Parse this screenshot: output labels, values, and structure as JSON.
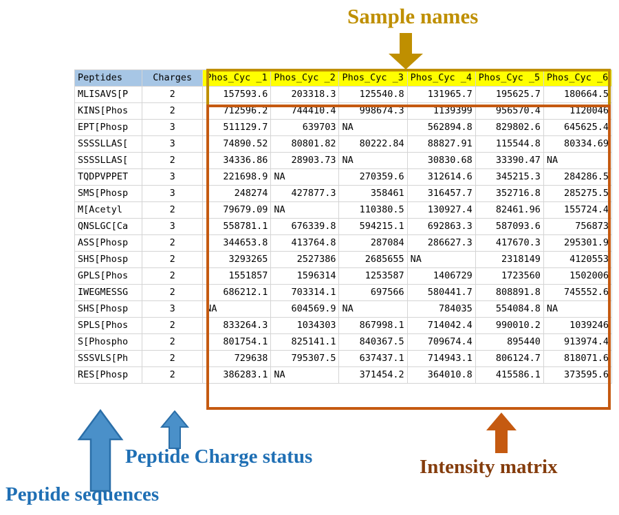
{
  "annotations": {
    "sample_names": {
      "label": "Sample names",
      "color": "#bf8f00",
      "arrow": "down-arrow-icon"
    },
    "intensity_matrix": {
      "label": "Intensity matrix",
      "color": "#843c0c",
      "arrow": "up-arrow-icon"
    },
    "peptide_charge": {
      "label": "Peptide Charge status",
      "color": "#1f6fb4",
      "arrow": "up-arrow-icon"
    },
    "peptide_sequences": {
      "label": "Peptide sequences",
      "color": "#1f6fb4",
      "arrow": "up-arrow-icon"
    }
  },
  "table": {
    "headers": {
      "peptides": "Peptides",
      "charges": "Charges",
      "samples": [
        "Phos_Cyc\n_1",
        "Phos_Cyc\n_2",
        "Phos_Cyc\n_3",
        "Phos_Cyc\n_4",
        "Phos_Cyc\n_5",
        "Phos_Cyc\n_6"
      ]
    },
    "header_fill_left": "#a7c6e5",
    "header_fill_samples": "#ffff00",
    "rows": [
      {
        "peptide": "MLISAVS[P",
        "charge": "2",
        "values": [
          "157593.6",
          "203318.3",
          "125540.8",
          "131965.7",
          "195625.7",
          "180664.5"
        ]
      },
      {
        "peptide": "KINS[Phos",
        "charge": "2",
        "values": [
          "712596.2",
          "744410.4",
          "998674.3",
          "1139399",
          "956570.4",
          "1120046"
        ]
      },
      {
        "peptide": "EPT[Phosp",
        "charge": "3",
        "values": [
          "511129.7",
          "639703",
          "NA",
          "562894.8",
          "829802.6",
          "645625.4"
        ]
      },
      {
        "peptide": "SSSSLLAS[",
        "charge": "3",
        "values": [
          "74890.52",
          "80801.82",
          "80222.84",
          "88827.91",
          "115544.8",
          "80334.69"
        ]
      },
      {
        "peptide": "SSSSLLAS[",
        "charge": "2",
        "values": [
          "34336.86",
          "28903.73",
          "NA",
          "30830.68",
          "33390.47",
          "NA"
        ]
      },
      {
        "peptide": "TQDPVPPET",
        "charge": "3",
        "values": [
          "221698.9",
          "NA",
          "270359.6",
          "312614.6",
          "345215.3",
          "284286.5"
        ]
      },
      {
        "peptide": "SMS[Phosp",
        "charge": "3",
        "values": [
          "248274",
          "427877.3",
          "358461",
          "316457.7",
          "352716.8",
          "285275.5"
        ]
      },
      {
        "peptide": "M[Acetyl",
        "charge": "2",
        "values": [
          "79679.09",
          "NA",
          "110380.5",
          "130927.4",
          "82461.96",
          "155724.4"
        ]
      },
      {
        "peptide": "QNSLGC[Ca",
        "charge": "3",
        "values": [
          "558781.1",
          "676339.8",
          "594215.1",
          "692863.3",
          "587093.6",
          "756873"
        ]
      },
      {
        "peptide": "ASS[Phosp",
        "charge": "2",
        "values": [
          "344653.8",
          "413764.8",
          "287084",
          "286627.3",
          "417670.3",
          "295301.9"
        ]
      },
      {
        "peptide": "SHS[Phosp",
        "charge": "2",
        "values": [
          "3293265",
          "2527386",
          "2685655",
          "NA",
          "2318149",
          "4120553"
        ]
      },
      {
        "peptide": "GPLS[Phos",
        "charge": "2",
        "values": [
          "1551857",
          "1596314",
          "1253587",
          "1406729",
          "1723560",
          "1502006"
        ]
      },
      {
        "peptide": "IWEGMESSG",
        "charge": "2",
        "values": [
          "686212.1",
          "703314.1",
          "697566",
          "580441.7",
          "808891.8",
          "745552.6"
        ]
      },
      {
        "peptide": "SHS[Phosp",
        "charge": "3",
        "values": [
          "NA",
          "604569.9",
          "NA",
          "784035",
          "554084.8",
          "NA"
        ]
      },
      {
        "peptide": "SPLS[Phos",
        "charge": "2",
        "values": [
          "833264.3",
          "1034303",
          "867998.1",
          "714042.4",
          "990010.2",
          "1039246"
        ]
      },
      {
        "peptide": "S[Phospho",
        "charge": "2",
        "values": [
          "801754.1",
          "825141.1",
          "840367.5",
          "709674.4",
          "895440",
          "913974.4"
        ]
      },
      {
        "peptide": "SSSVLS[Ph",
        "charge": "2",
        "values": [
          "729638",
          "795307.5",
          "637437.1",
          "714943.1",
          "806124.7",
          "818071.6"
        ]
      },
      {
        "peptide": "RES[Phosp",
        "charge": "2",
        "values": [
          "386283.1",
          "NA",
          "371454.2",
          "364010.8",
          "415586.1",
          "373595.6"
        ]
      }
    ]
  }
}
